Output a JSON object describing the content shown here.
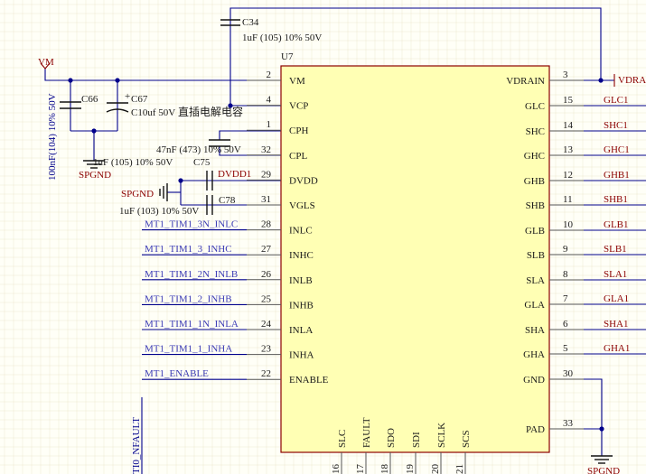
{
  "colors": {
    "background": "#fffff7",
    "grid": "#e6dfc2",
    "wire": "#00008b",
    "component": "#111111",
    "chip_fill": "#ffffb4",
    "chip_border": "#8b0000",
    "net_label": "#8b0000",
    "signal_label": "#3b3bb5",
    "pin_line": "#555555"
  },
  "chip": {
    "designator": "U7",
    "left_pins": [
      {
        "num": "2",
        "name": "VM"
      },
      {
        "num": "4",
        "name": "VCP"
      },
      {
        "num": "1",
        "name": "CPH"
      },
      {
        "num": "32",
        "name": "CPL"
      },
      {
        "num": "29",
        "name": "DVDD"
      },
      {
        "num": "31",
        "name": "VGLS"
      },
      {
        "num": "28",
        "name": "INLC"
      },
      {
        "num": "27",
        "name": "INHC"
      },
      {
        "num": "26",
        "name": "INLB"
      },
      {
        "num": "25",
        "name": "INHB"
      },
      {
        "num": "24",
        "name": "INLA"
      },
      {
        "num": "23",
        "name": "INHA"
      },
      {
        "num": "22",
        "name": "ENABLE"
      }
    ],
    "right_pins": [
      {
        "num": "3",
        "name": "VDRAIN"
      },
      {
        "num": "15",
        "name": "GLC"
      },
      {
        "num": "14",
        "name": "SHC"
      },
      {
        "num": "13",
        "name": "GHC"
      },
      {
        "num": "12",
        "name": "GHB"
      },
      {
        "num": "11",
        "name": "SHB"
      },
      {
        "num": "10",
        "name": "GLB"
      },
      {
        "num": "9",
        "name": "SLB"
      },
      {
        "num": "8",
        "name": "SLA"
      },
      {
        "num": "7",
        "name": "GLA"
      },
      {
        "num": "6",
        "name": "SHA"
      },
      {
        "num": "5",
        "name": "GHA"
      },
      {
        "num": "30",
        "name": "GND"
      },
      {
        "num": "33",
        "name": "PAD"
      }
    ],
    "bottom_pins": [
      {
        "num": "16",
        "name": "SLC"
      },
      {
        "num": "17",
        "name": "FAULT"
      },
      {
        "num": "18",
        "name": "SDO"
      },
      {
        "num": "19",
        "name": "SDI"
      },
      {
        "num": "20",
        "name": "SCLK"
      },
      {
        "num": "21",
        "name": "SCS"
      }
    ]
  },
  "right_nets": [
    "VDRAI",
    "GLC1",
    "SHC1",
    "GHC1",
    "GHB1",
    "SHB1",
    "GLB1",
    "SLB1",
    "SLA1",
    "GLA1",
    "SHA1",
    "GHA1"
  ],
  "left_nets": [
    "MT1_TIM1_3N_INLC",
    "MT1_TIM1_3_INHC",
    "MT1_TIM1_2N_INLB",
    "MT1_TIM1_2_INHB",
    "MT1_TIM1_1N_INLA",
    "MT1_TIM1_1_INHA",
    "MT1_ENABLE"
  ],
  "labels": {
    "vm_port": "VM",
    "spgnd_left": "SPGND",
    "spgnd_mid": "SPGND",
    "spgnd_right": "SPGND",
    "dvdd1": "DVDD1",
    "c34_ref": "C34",
    "c34_val": "1uF (105) 10% 50V",
    "c66_ref": "C66",
    "c66_val": "100nF(104) 10% 50V",
    "c67_ref": "C67",
    "c67_plus": "+",
    "c67_val": "C10uf 50V",
    "c67_note": "直插电解电容",
    "cph_cap_val": "47nF (473) 10% 50V",
    "c75_ref": "C75",
    "c75_val": "1uF (105) 10% 50V",
    "c78_ref": "C78",
    "c78_val": "1uF (103) 10% 50V",
    "fault_net": "TI0_NFAULT"
  }
}
